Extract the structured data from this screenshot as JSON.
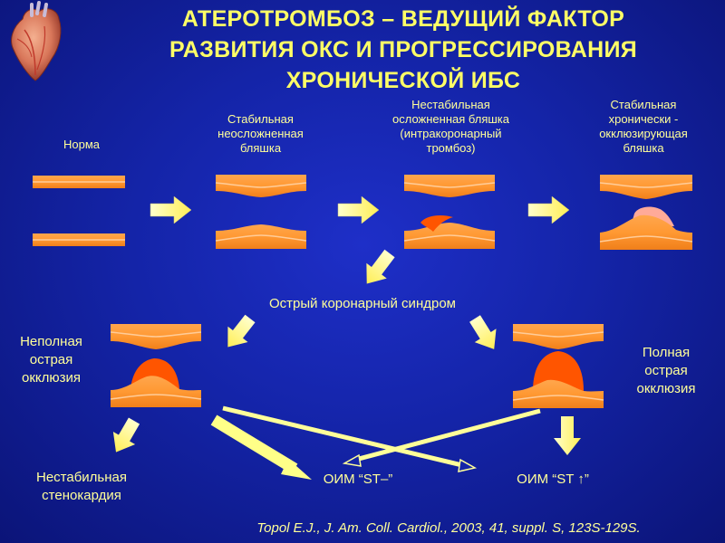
{
  "title": {
    "line1": "АТЕРОТРОМБОЗ – ВЕДУЩИЙ ФАКТОР",
    "line2": "РАЗВИТИЯ ОКС И ПРОГРЕССИРОВАНИЯ",
    "line3": "ХРОНИЧЕСКОЙ ИБС"
  },
  "stages": {
    "norm": "Норма",
    "stable": {
      "line1": "Стабильная",
      "line2": "неосложненная",
      "line3": "бляшка"
    },
    "unstable": {
      "line1": "Нестабильная",
      "line2": "осложненная бляшка",
      "line3": "(интракоронарный",
      "line4": "тромбоз)"
    },
    "occlusive": {
      "line1": "Стабильная",
      "line2": "хронически -",
      "line3": "окклюзирующая",
      "line4": "бляшка"
    }
  },
  "acs": "Острый коронарный синдром",
  "partial_occlusion": {
    "line1": "Неполная",
    "line2": "острая",
    "line3": "окклюзия"
  },
  "full_occlusion": {
    "line1": "Полная",
    "line2": "острая",
    "line3": "окклюзия"
  },
  "unstable_angina": {
    "line1": "Нестабильная",
    "line2": "стенокардия"
  },
  "mi_st_minus": "ОИМ “ST–”",
  "mi_st_up": "ОИМ “ST ↑”",
  "citation": "Topol E.J., J. Am. Coll. Cardiol., 2003, 41, suppl. S, 123S-129S.",
  "colors": {
    "background": "#1424a8",
    "title": "#ffff66",
    "label": "#ffff99",
    "vessel": "#ff9933",
    "vessel_line": "#ffcc99",
    "thrombus": "#ff5500",
    "plaque_pink": "#ffaa99",
    "arrow": "#ffff99"
  },
  "icons": {
    "heart": "heart-icon"
  }
}
